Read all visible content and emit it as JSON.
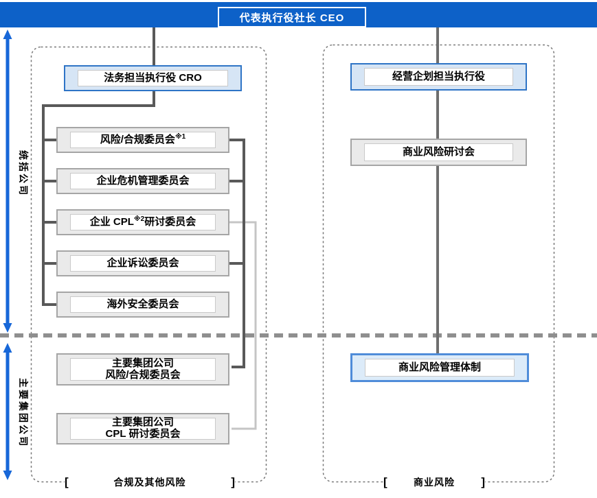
{
  "header": {
    "ceo_label": "代表执行役社长 CEO"
  },
  "side_labels": {
    "top": "统括公司",
    "bottom": "主要集团公司"
  },
  "left_section": {
    "exec_box": {
      "label": "法务担当执行役 CRO"
    },
    "committees": [
      {
        "prefix": "风险/合规委员会",
        "sup": "※1",
        "suffix": ""
      },
      {
        "prefix": "企业危机管理委员会",
        "sup": "",
        "suffix": ""
      },
      {
        "prefix": "企业 CPL",
        "sup": "※2",
        "suffix": "研讨委员会"
      },
      {
        "prefix": "企业诉讼委员会",
        "sup": "",
        "suffix": ""
      },
      {
        "prefix": "海外安全委员会",
        "sup": "",
        "suffix": ""
      }
    ],
    "group_committees": [
      {
        "line1": "主要集团公司",
        "line2": "风险/合规委员会"
      },
      {
        "line1": "主要集团公司",
        "line2": "CPL 研讨委员会"
      }
    ],
    "bracket_open": "[",
    "footer_label": "合规及其他风险",
    "bracket_close": "]"
  },
  "right_section": {
    "exec_box": {
      "label": "经营企划担当执行役"
    },
    "committee_box": {
      "label": "商业风险研讨会"
    },
    "group_box": {
      "label": "商业风险管理体制"
    },
    "bracket_open": "[",
    "footer_label": "商业风险",
    "bracket_close": "]"
  },
  "colors": {
    "header_blue": "#0d61c8",
    "arrow_blue": "#1767d8",
    "exec_border_blue": "#2e74c6",
    "exec_fill_blue": "#d6e5f5",
    "group_border_blue": "#4f8cd9",
    "group_fill_blue": "#dcebf9",
    "committee_border_gray": "#a5a5a5",
    "committee_fill_gray": "#eaeaea",
    "dark_connector": "#595959",
    "light_connector": "#c5c5c5",
    "separator_gray": "#8f8f8f",
    "container_dash_gray": "#787878"
  }
}
